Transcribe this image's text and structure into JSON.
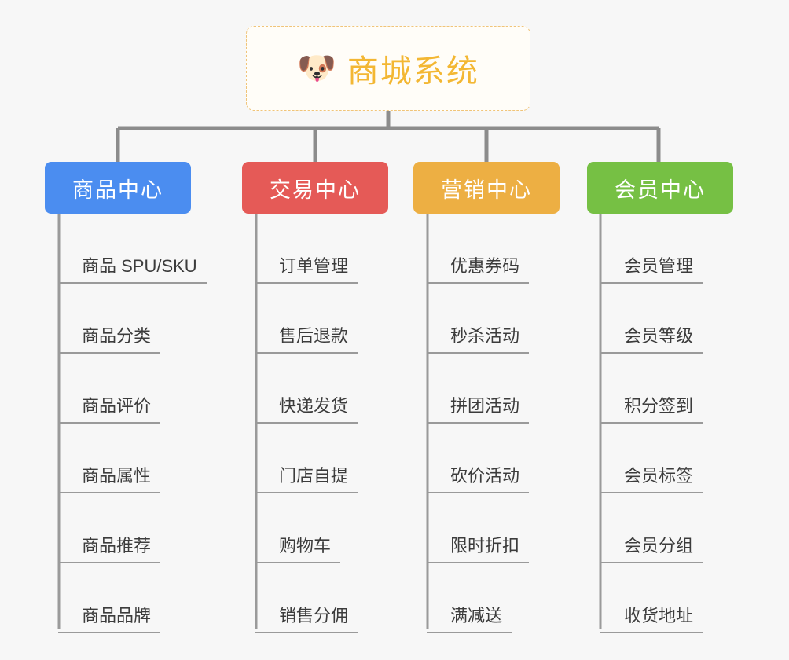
{
  "diagram": {
    "title": "商城系统",
    "background_color": "#f7f7f7",
    "root": {
      "label": "商城系统",
      "icon": "dog-face-icon",
      "icon_glyph": "🐶",
      "text_color": "#f3b733",
      "border_color": "#f0c479",
      "background_color": "#fffdf8"
    },
    "line_color": "#8c8c8c",
    "item_underline_color": "#9a9a9a",
    "categories": [
      {
        "label": "商品中心",
        "color": "#4b8df0",
        "items": [
          "商品 SPU/SKU",
          "商品分类",
          "商品评价",
          "商品属性",
          "商品推荐",
          "商品品牌"
        ]
      },
      {
        "label": "交易中心",
        "color": "#e55a57",
        "items": [
          "订单管理",
          "售后退款",
          "快递发货",
          "门店自提",
          "购物车",
          "销售分佣"
        ]
      },
      {
        "label": "营销中心",
        "color": "#edaf43",
        "items": [
          "优惠券码",
          "秒杀活动",
          "拼团活动",
          "砍价活动",
          "限时折扣",
          "满减送"
        ]
      },
      {
        "label": "会员中心",
        "color": "#76c044",
        "items": [
          "会员管理",
          "会员等级",
          "积分签到",
          "会员标签",
          "会员分组",
          "收货地址"
        ]
      }
    ]
  }
}
